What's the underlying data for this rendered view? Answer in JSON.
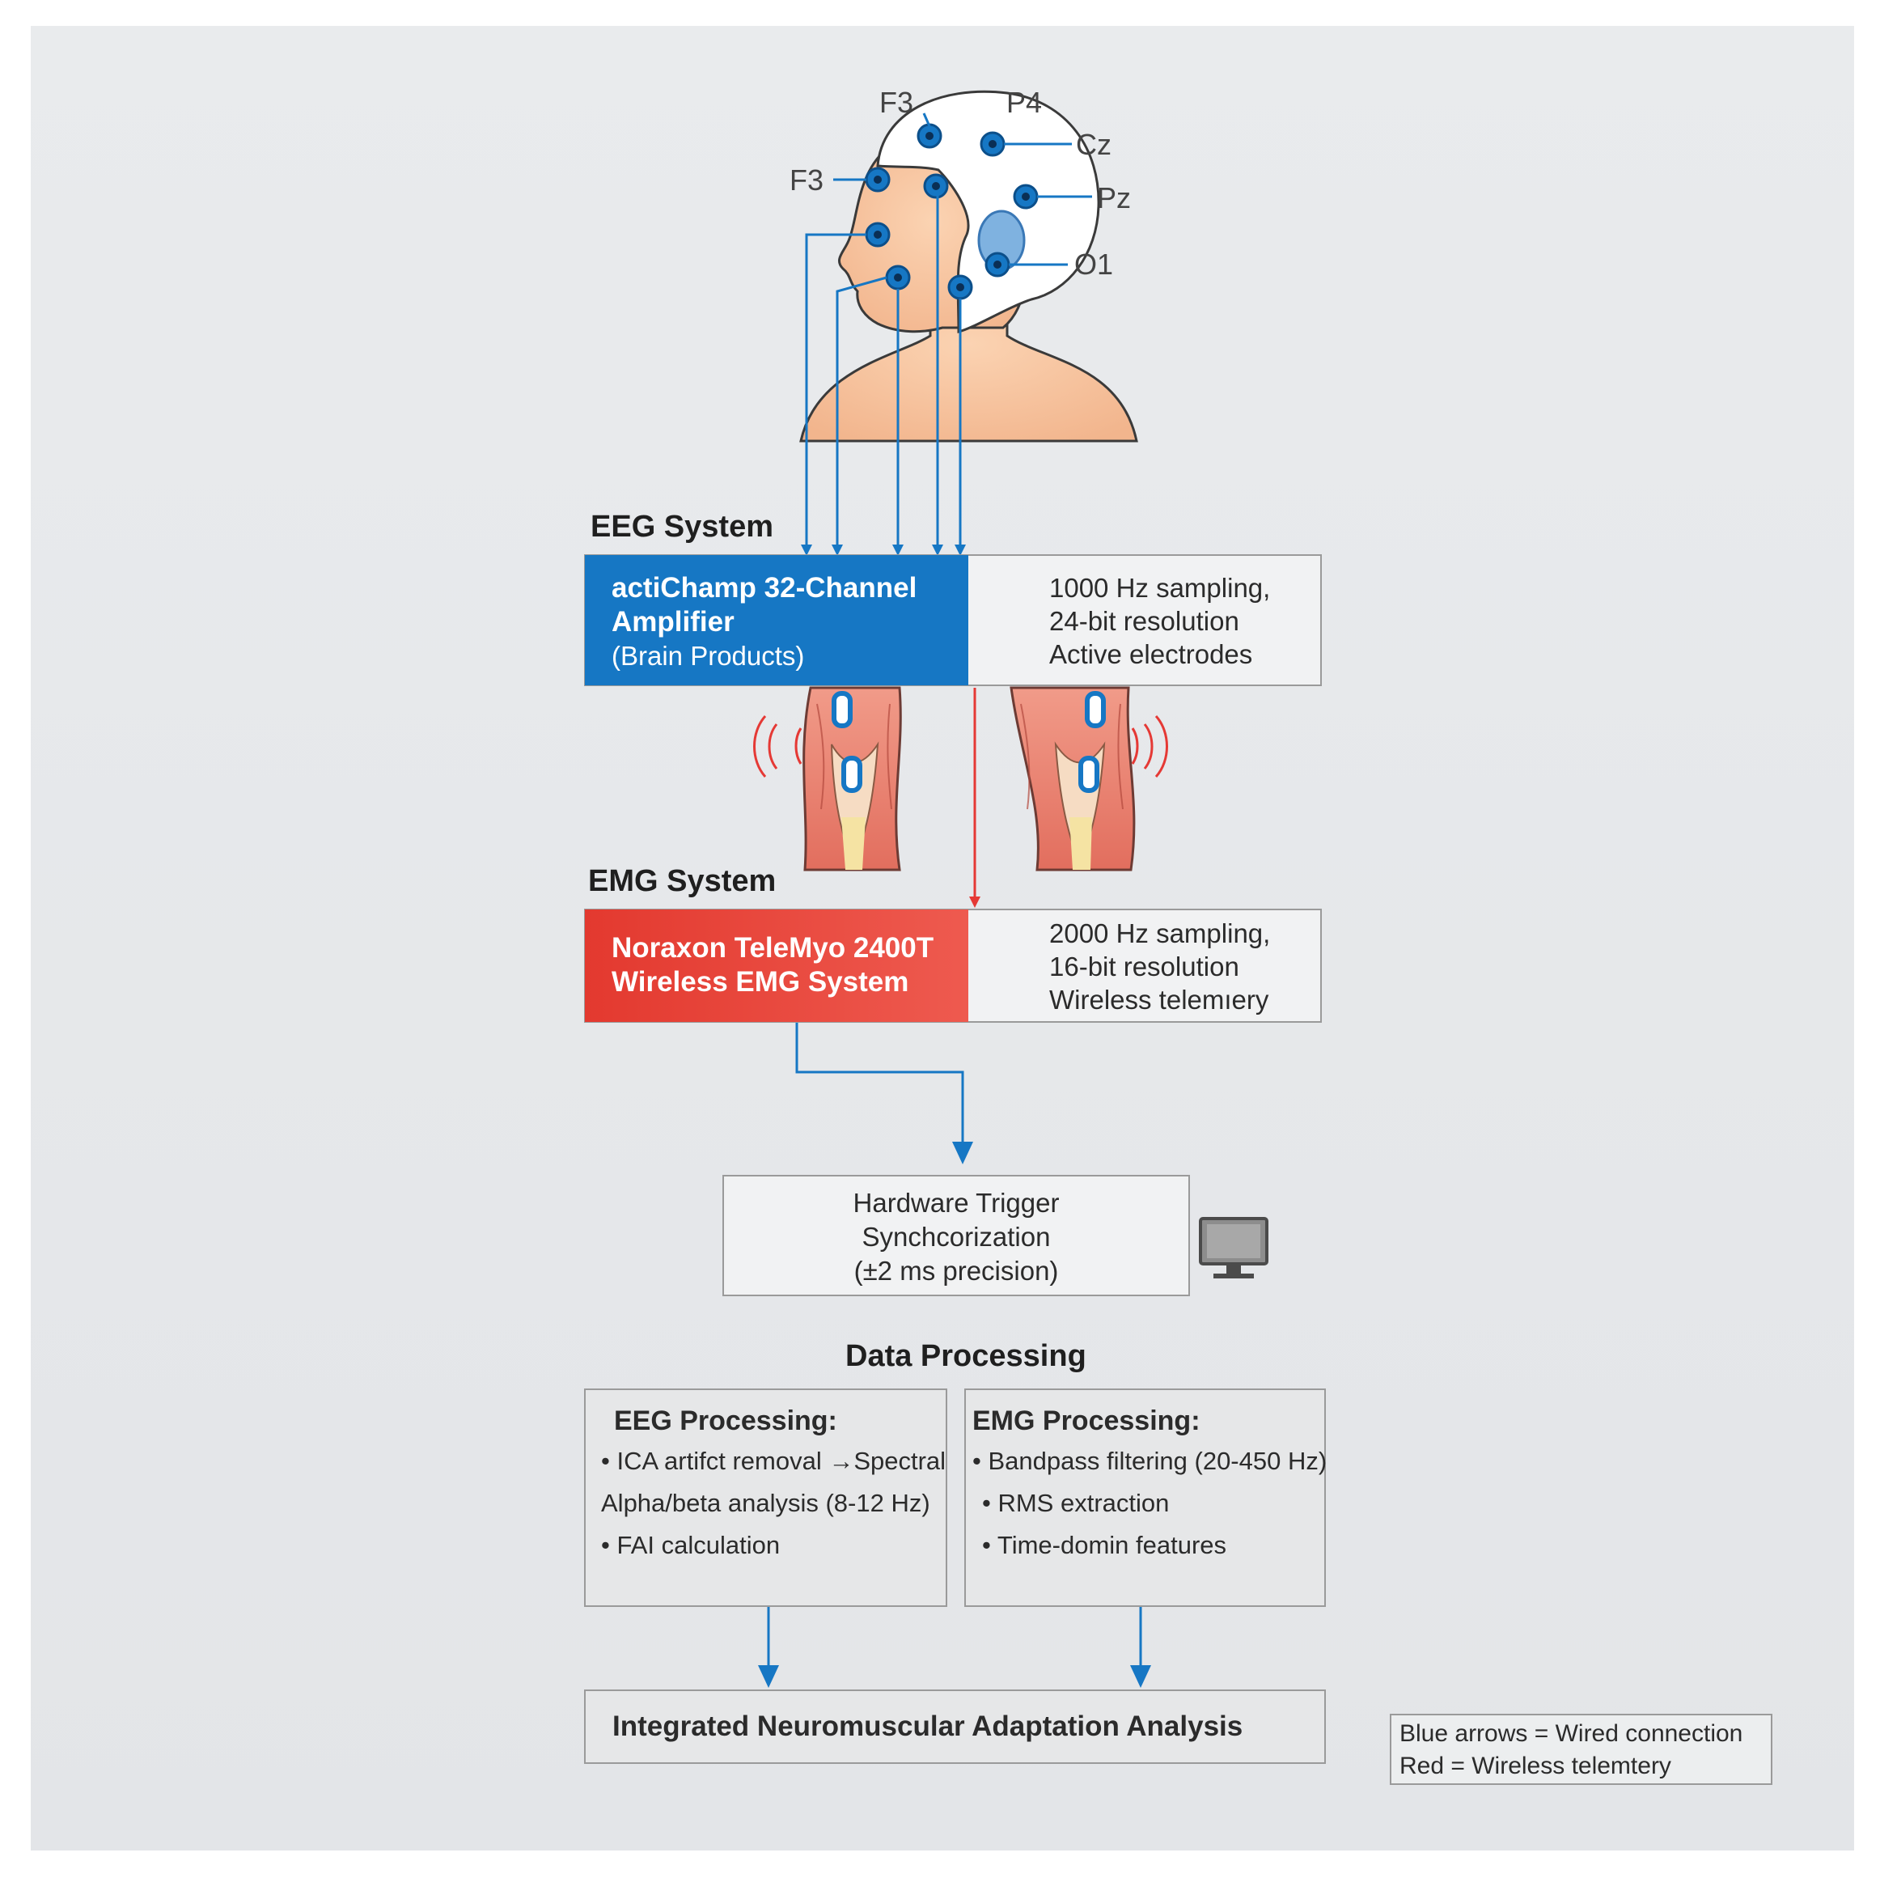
{
  "colors": {
    "wired": "#1677c4",
    "wireless": "#e53935",
    "eeg_box": "#1677c4",
    "emg_box": "#e84a3d",
    "background": "#e6e8ea"
  },
  "electrodes": {
    "labels": [
      "F3",
      "P4",
      "Cz",
      "F3",
      "Pz",
      "O1"
    ]
  },
  "eeg": {
    "section_title": "EEG System",
    "device_name": "actiChamp 32-Channel Amplifier",
    "device_vendor": "(Brain Products)",
    "icon": "chip-icon",
    "specs": [
      "1000 Hz sampling,",
      "24-bit resolution",
      "Active electrodes"
    ]
  },
  "emg": {
    "section_title": "EMG System",
    "device_name_line1": "Noraxon TeleMyo 2400T",
    "device_name_line2": "Wireless EMG System",
    "icon": "transmitter-icon",
    "specs": [
      "2000 Hz sampling,",
      "16-bit resolution",
      "Wireless telemıery"
    ]
  },
  "sync": {
    "lines": [
      "Hardware Trigger",
      "Synchcorization",
      "(±2 ms precision)"
    ],
    "icon": "monitor-icon"
  },
  "processing": {
    "title": "Data Processing",
    "eeg": {
      "title": "EEG Processing:",
      "items": [
        "• ICA artifct removal →Spectral",
        "Alpha/beta analysis (8-12 Hz)",
        "• FAI calculation"
      ]
    },
    "emg": {
      "title": "EMG Processing:",
      "items": [
        "• Bandpass filtering (20-450 Hz)",
        "• RMS extraction",
        "• Time-domin features"
      ]
    }
  },
  "integrated": {
    "label": "Integrated Neuromuscular Adaptation Analysis"
  },
  "legend": {
    "lines": [
      "Blue arrows = Wired connection",
      "Red = Wireless telemtery"
    ]
  }
}
